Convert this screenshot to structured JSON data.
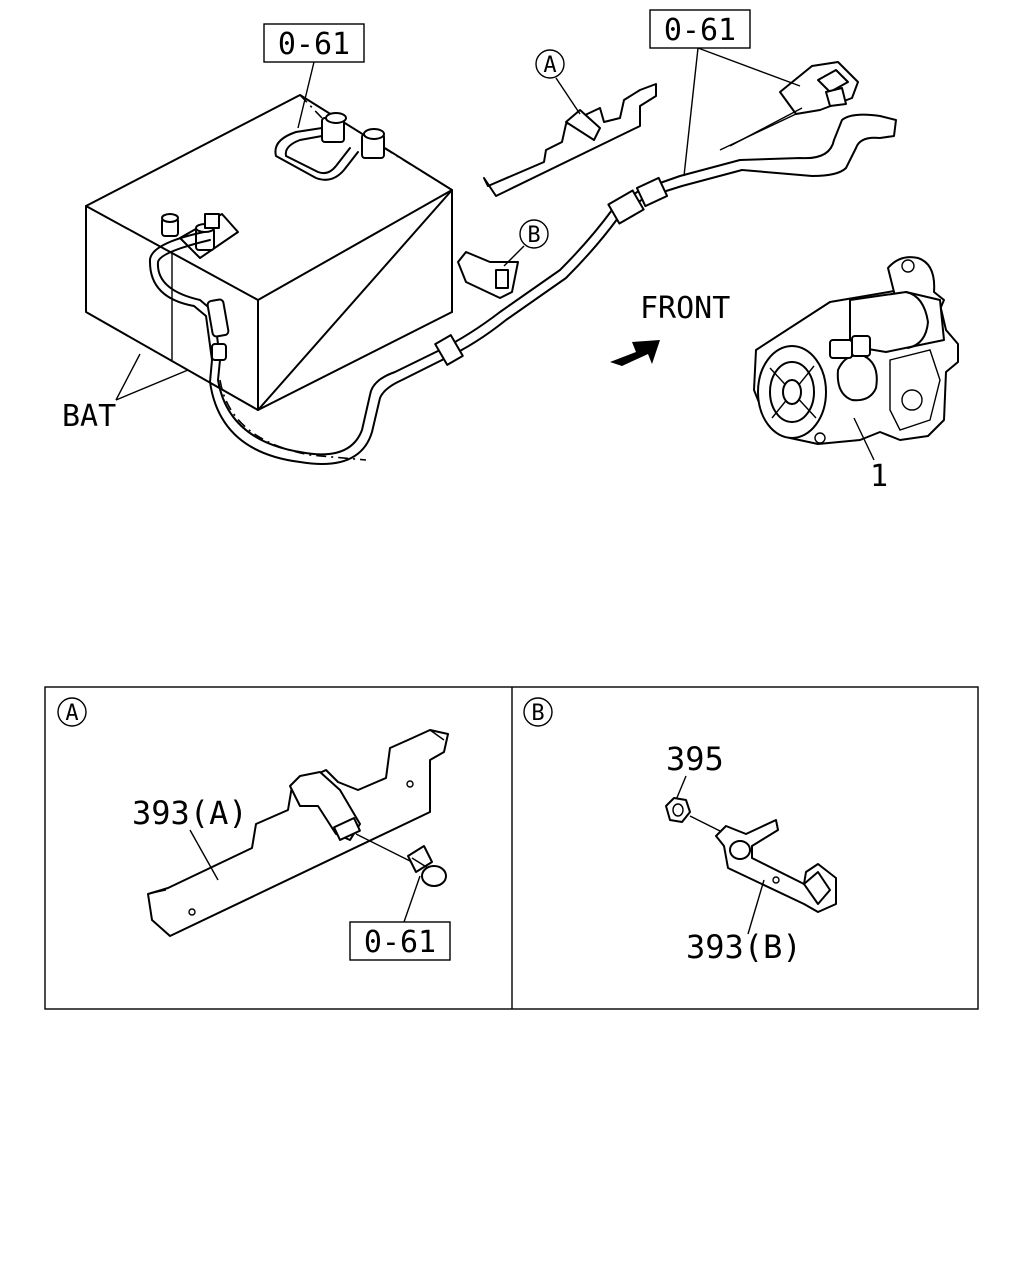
{
  "labels": {
    "ref_top_left": "0-61",
    "ref_top_right": "0-61",
    "ref_detail_a": "0-61",
    "callout_a": "A",
    "callout_b": "B",
    "front": "FRONT",
    "bat": "BAT",
    "part_1": "1",
    "detail_a_tag": "A",
    "detail_b_tag": "B",
    "part_393a": "393(A)",
    "part_395": "395",
    "part_393b": "393(B)"
  }
}
